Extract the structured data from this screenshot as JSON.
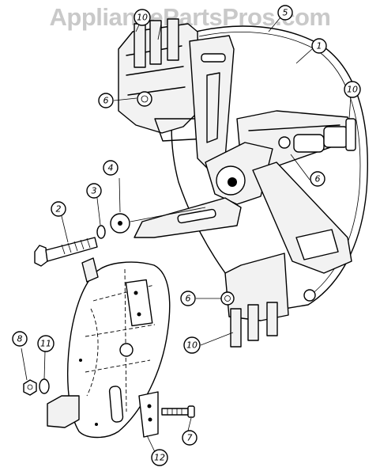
{
  "watermark": "AppliancePartsPros.com",
  "callouts": [
    {
      "key": "c1",
      "text": "1"
    },
    {
      "key": "c2",
      "text": "2"
    },
    {
      "key": "c3",
      "text": "3"
    },
    {
      "key": "c4",
      "text": "4"
    },
    {
      "key": "c5",
      "text": "5"
    },
    {
      "key": "c6a",
      "text": "6"
    },
    {
      "key": "c6b",
      "text": "6"
    },
    {
      "key": "c6c",
      "text": "6"
    },
    {
      "key": "c7",
      "text": "7"
    },
    {
      "key": "c8",
      "text": "8"
    },
    {
      "key": "c10a",
      "text": "10"
    },
    {
      "key": "c10b",
      "text": "10"
    },
    {
      "key": "c10c",
      "text": "10"
    },
    {
      "key": "c11",
      "text": "11"
    },
    {
      "key": "c12",
      "text": "12"
    }
  ]
}
